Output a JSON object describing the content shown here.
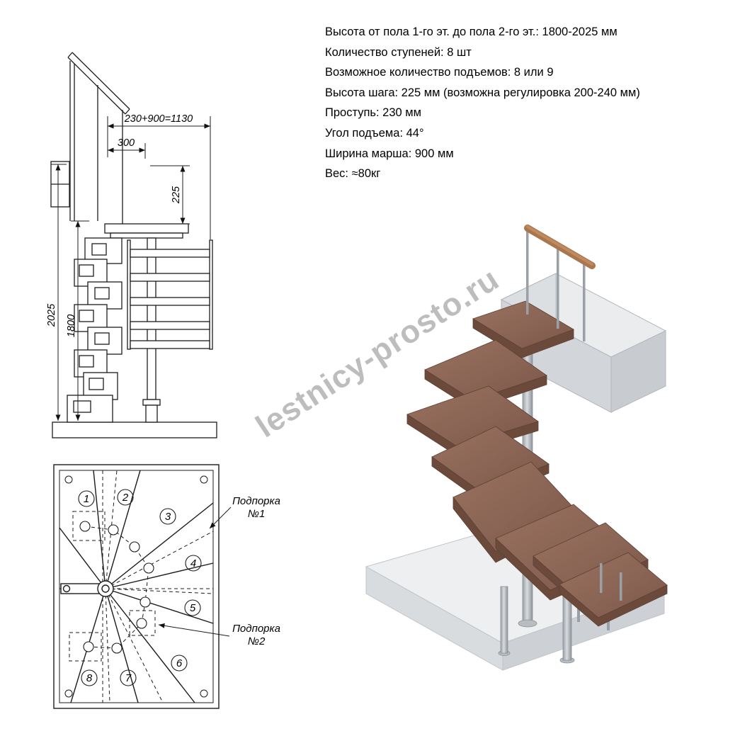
{
  "specs": {
    "lines": [
      "Высота от пола 1-го эт. до пола 2-го эт.: 1800-2025 мм",
      "Количество ступеней: 8 шт",
      "Возможное количество подъемов: 8 или 9",
      "Высота шага: 225 мм (возможна регулировка 200-240 мм)",
      "Проступь: 230 мм",
      "Угол подъема: 44°",
      "Ширина марша: 900 мм",
      "Вес: ≈80кг"
    ]
  },
  "elevation": {
    "dims": {
      "total_width": "230+900=1130",
      "landing_depth": "300",
      "step_height": "225",
      "height_max": "2025",
      "height_min": "1800"
    }
  },
  "plan": {
    "steps": [
      "1",
      "2",
      "3",
      "4",
      "5",
      "6",
      "7",
      "8"
    ],
    "callout1": {
      "line1": "Подпорка",
      "line2": "№1"
    },
    "callout2": {
      "line1": "Подпорка",
      "line2": "№2"
    }
  },
  "watermark": "lestnicy-prosto.ru",
  "colors": {
    "wood": "#8a6150",
    "metal": "#b6babf",
    "slab": "#e9ebee",
    "watermark_gray": "#7e7e7e"
  }
}
